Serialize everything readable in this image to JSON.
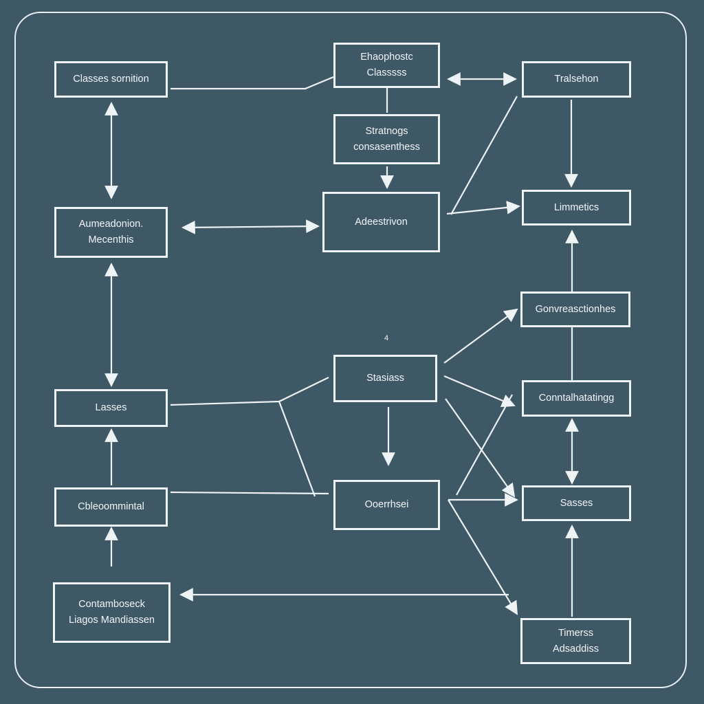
{
  "colors": {
    "background": "#3f5866",
    "stroke": "#eef3f5",
    "text": "#f2f6f8"
  },
  "nodes": {
    "classes_top_left": {
      "lines": [
        "Classes sornition"
      ]
    },
    "classes_top_center": {
      "lines": [
        "Ehaophostc",
        "Classsss"
      ]
    },
    "transition": {
      "lines": [
        "Tralsehon"
      ]
    },
    "strategies": {
      "lines": [
        "Stratnogs",
        "consasenthess"
      ]
    },
    "automation_methods": {
      "lines": [
        "Aumeadonion.",
        "Mecenthis"
      ]
    },
    "adestrivon": {
      "lines": [
        "Adeestrivon"
      ]
    },
    "limmetics": {
      "lines": [
        "Limmetics"
      ]
    },
    "conversations": {
      "lines": [
        "Gonvreasctionhes"
      ]
    },
    "stasses": {
      "lines": [
        "Stasiass"
      ]
    },
    "contrast_strategy": {
      "lines": [
        "Conntalhatatingg"
      ]
    },
    "lasses": {
      "lines": [
        "Lasses"
      ]
    },
    "classification": {
      "lines": [
        "Cbleoommintal"
      ]
    },
    "obserhsei": {
      "lines": [
        "Ooerrhsei"
      ]
    },
    "sasses": {
      "lines": [
        "Sasses"
      ]
    },
    "contambassek": {
      "lines": [
        "Contamboseck",
        "Liagos Mandiassen"
      ]
    },
    "themasses": {
      "lines": [
        "Timerss",
        "Adsaddiss"
      ]
    }
  }
}
